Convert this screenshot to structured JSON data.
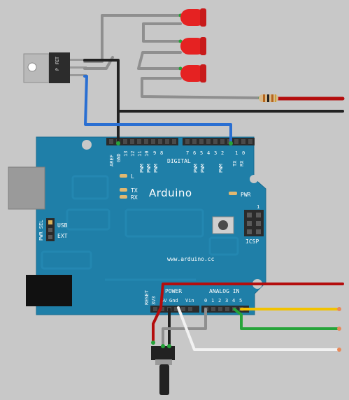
{
  "board": {
    "brand": "Arduino",
    "url": "www.arduino.cc",
    "power_header_label": "POWER",
    "analog_header_label": "ANALOG IN",
    "digital_header_label": "DIGITAL",
    "icsp_label": "ICSP",
    "icsp_pin_number": "1",
    "reset_label": "RESET",
    "pwr_sel_label": "PWR SEL",
    "usb_label": "USB",
    "ext_label": "EXT",
    "pwr_led_label": "PWR",
    "led_l_label": "L",
    "tx_label": "TX",
    "rx_label": "RX",
    "aref_label": "AREF",
    "gnd_top_label": "GND",
    "digital_pins_high": [
      "13",
      "12",
      "11",
      "10",
      "9",
      "8"
    ],
    "digital_pins_low": [
      "7",
      "6",
      "5",
      "4",
      "3",
      "2",
      "1",
      "0"
    ],
    "tx_pin_label": "TX",
    "rx_pin_label": "RX",
    "pwm_label": "PWM",
    "power_pins": [
      "3V3",
      "5V",
      "Gnd",
      "Vin"
    ],
    "analog_pins": [
      "0",
      "1",
      "2",
      "3",
      "4",
      "5"
    ]
  },
  "components": {
    "transistor_label": "FET",
    "transistor_pin_mark": "P"
  },
  "colors": {
    "background": "#c8c8c8",
    "board": "#1f7fa8",
    "board_dark": "#196d91",
    "header": "#2b2b2b",
    "wire_red": "#b40d0d",
    "wire_black": "#222222",
    "wire_blue": "#2a6fd2",
    "wire_gray": "#8f8f8f",
    "wire_yellow": "#f2c200",
    "wire_green": "#26a43a",
    "wire_white": "#f2f2f2",
    "led": "#e52222",
    "resistor": "#d9b98a"
  }
}
